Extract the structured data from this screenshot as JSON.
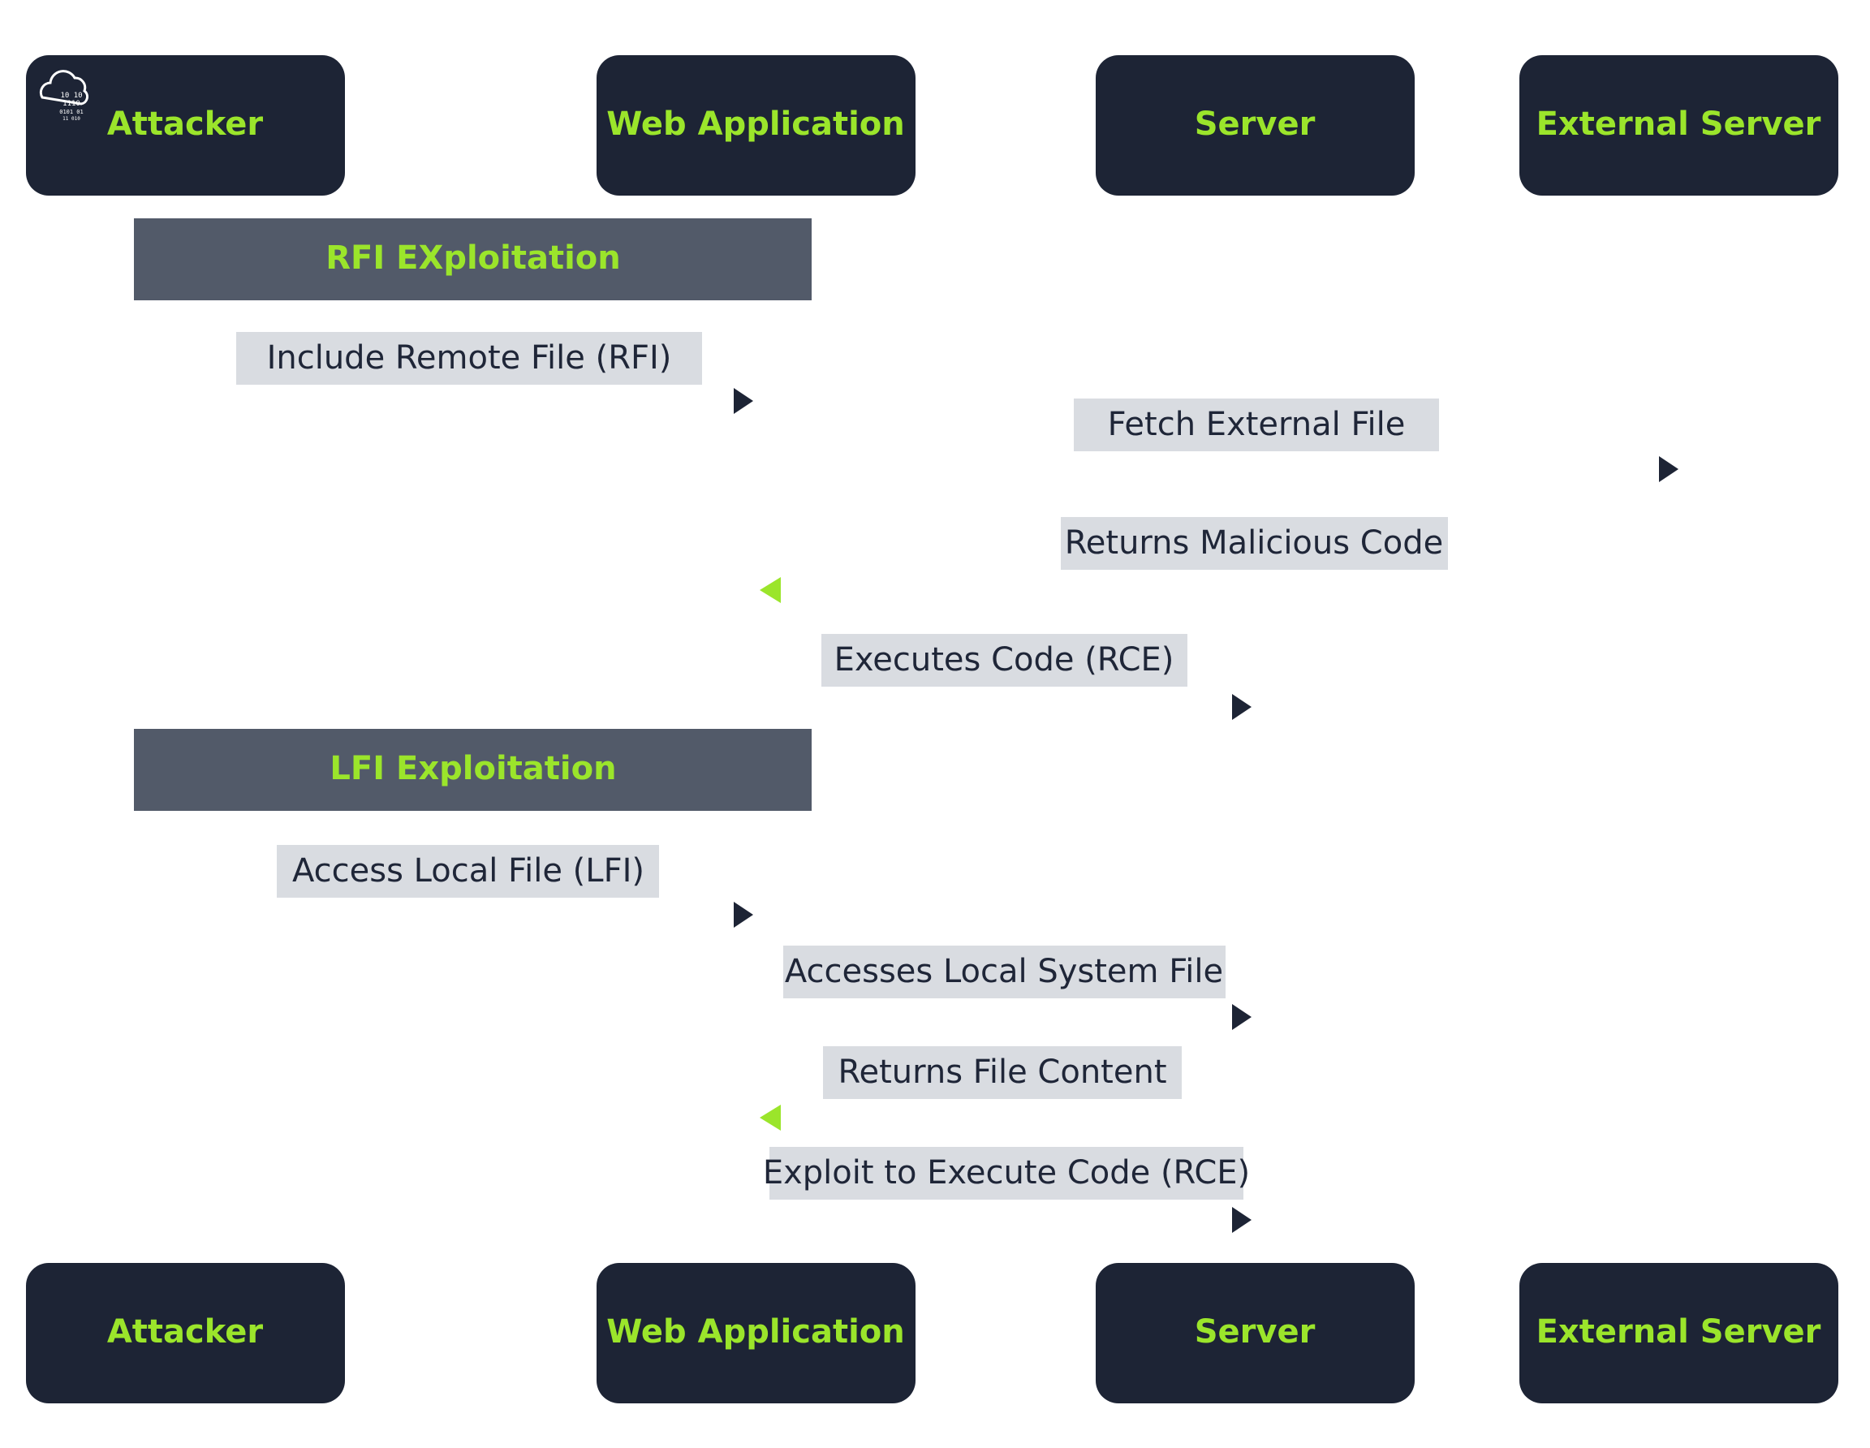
{
  "colors": {
    "actor_fill": "#1d2435",
    "actor_text": "#9be52b",
    "group_fill": "#525a69",
    "group_text": "#9be52b",
    "message_label_bg": "#d9dce1",
    "message_text": "#1f2638",
    "arrow_dark": "#1d2435",
    "arrow_accent": "#0da7e4",
    "return_accent": "#9be52b",
    "return_dark": "#27324a"
  },
  "logo_icon": "cloud-binary-icon",
  "participants": [
    {
      "id": "attacker",
      "label": "Attacker"
    },
    {
      "id": "webapp",
      "label": "Web Application"
    },
    {
      "id": "server",
      "label": "Server"
    },
    {
      "id": "external",
      "label": "External Server"
    }
  ],
  "groups": [
    {
      "label": "RFI EXploitation"
    },
    {
      "label": "LFI Exploitation"
    }
  ],
  "messages": [
    {
      "from": "attacker",
      "to": "webapp",
      "label": "Include Remote File (RFI)",
      "style": "solid"
    },
    {
      "from": "webapp",
      "to": "external",
      "label": "Fetch External File",
      "style": "solid"
    },
    {
      "from": "external",
      "to": "webapp",
      "label": "Returns Malicious Code",
      "style": "dashed"
    },
    {
      "from": "webapp",
      "to": "server",
      "label": "Executes Code (RCE)",
      "style": "solid"
    },
    {
      "from": "attacker",
      "to": "webapp",
      "label": "Access Local File (LFI)",
      "style": "solid"
    },
    {
      "from": "webapp",
      "to": "server",
      "label": "Accesses Local System File",
      "style": "solid"
    },
    {
      "from": "server",
      "to": "webapp",
      "label": "Returns File Content",
      "style": "dashed"
    },
    {
      "from": "webapp",
      "to": "server",
      "label": "Exploit to Execute Code (RCE)",
      "style": "solid"
    }
  ]
}
